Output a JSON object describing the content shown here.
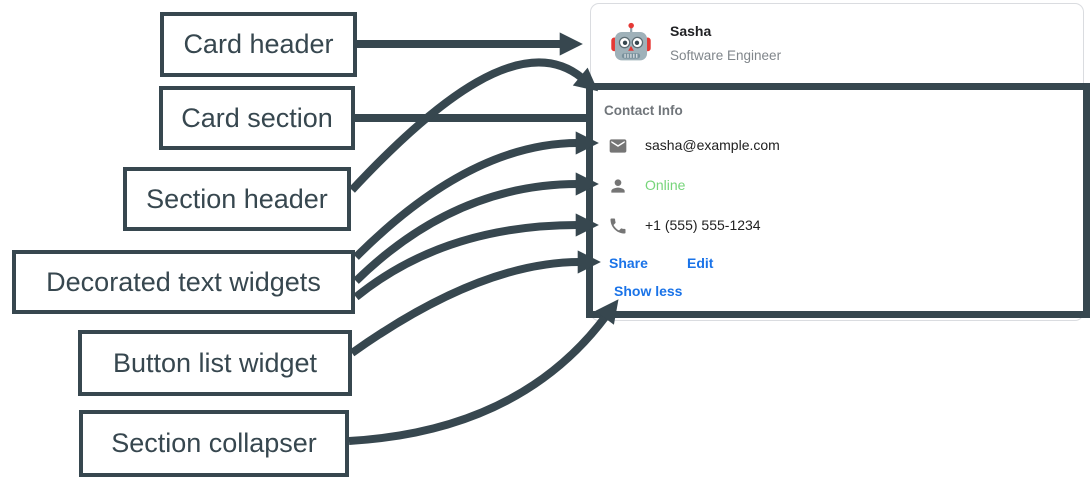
{
  "annotation": {
    "color": "#37474f",
    "labels": [
      {
        "id": "card-header",
        "text": "Card header"
      },
      {
        "id": "card-section",
        "text": "Card section"
      },
      {
        "id": "section-header",
        "text": "Section header"
      },
      {
        "id": "decorated-text-widgets",
        "text": "Decorated text widgets"
      },
      {
        "id": "button-list-widget",
        "text": "Button list widget"
      },
      {
        "id": "section-collapser",
        "text": "Section collapser"
      }
    ]
  },
  "card": {
    "header": {
      "avatar_icon": "robot-avatar",
      "name": "Sasha",
      "subtitle": "Software Engineer"
    },
    "section": {
      "title": "Contact Info",
      "rows": [
        {
          "icon": "email-icon",
          "text": "sasha@example.com",
          "color": "#212121"
        },
        {
          "icon": "person-icon",
          "text": "Online",
          "color": "#76d57a"
        },
        {
          "icon": "phone-icon",
          "text": "+1 (555) 555-1234",
          "color": "#212121"
        }
      ],
      "buttons": [
        {
          "label": "Share"
        },
        {
          "label": "Edit"
        }
      ],
      "collapser_label": "Show less"
    }
  },
  "colors": {
    "annotation": "#37474f",
    "card_border": "#dadce0",
    "link_blue": "#1a73e8",
    "online_green": "#76d57a",
    "icon_gray": "#757575",
    "title_text": "#202124",
    "muted_text": "#80868b"
  }
}
